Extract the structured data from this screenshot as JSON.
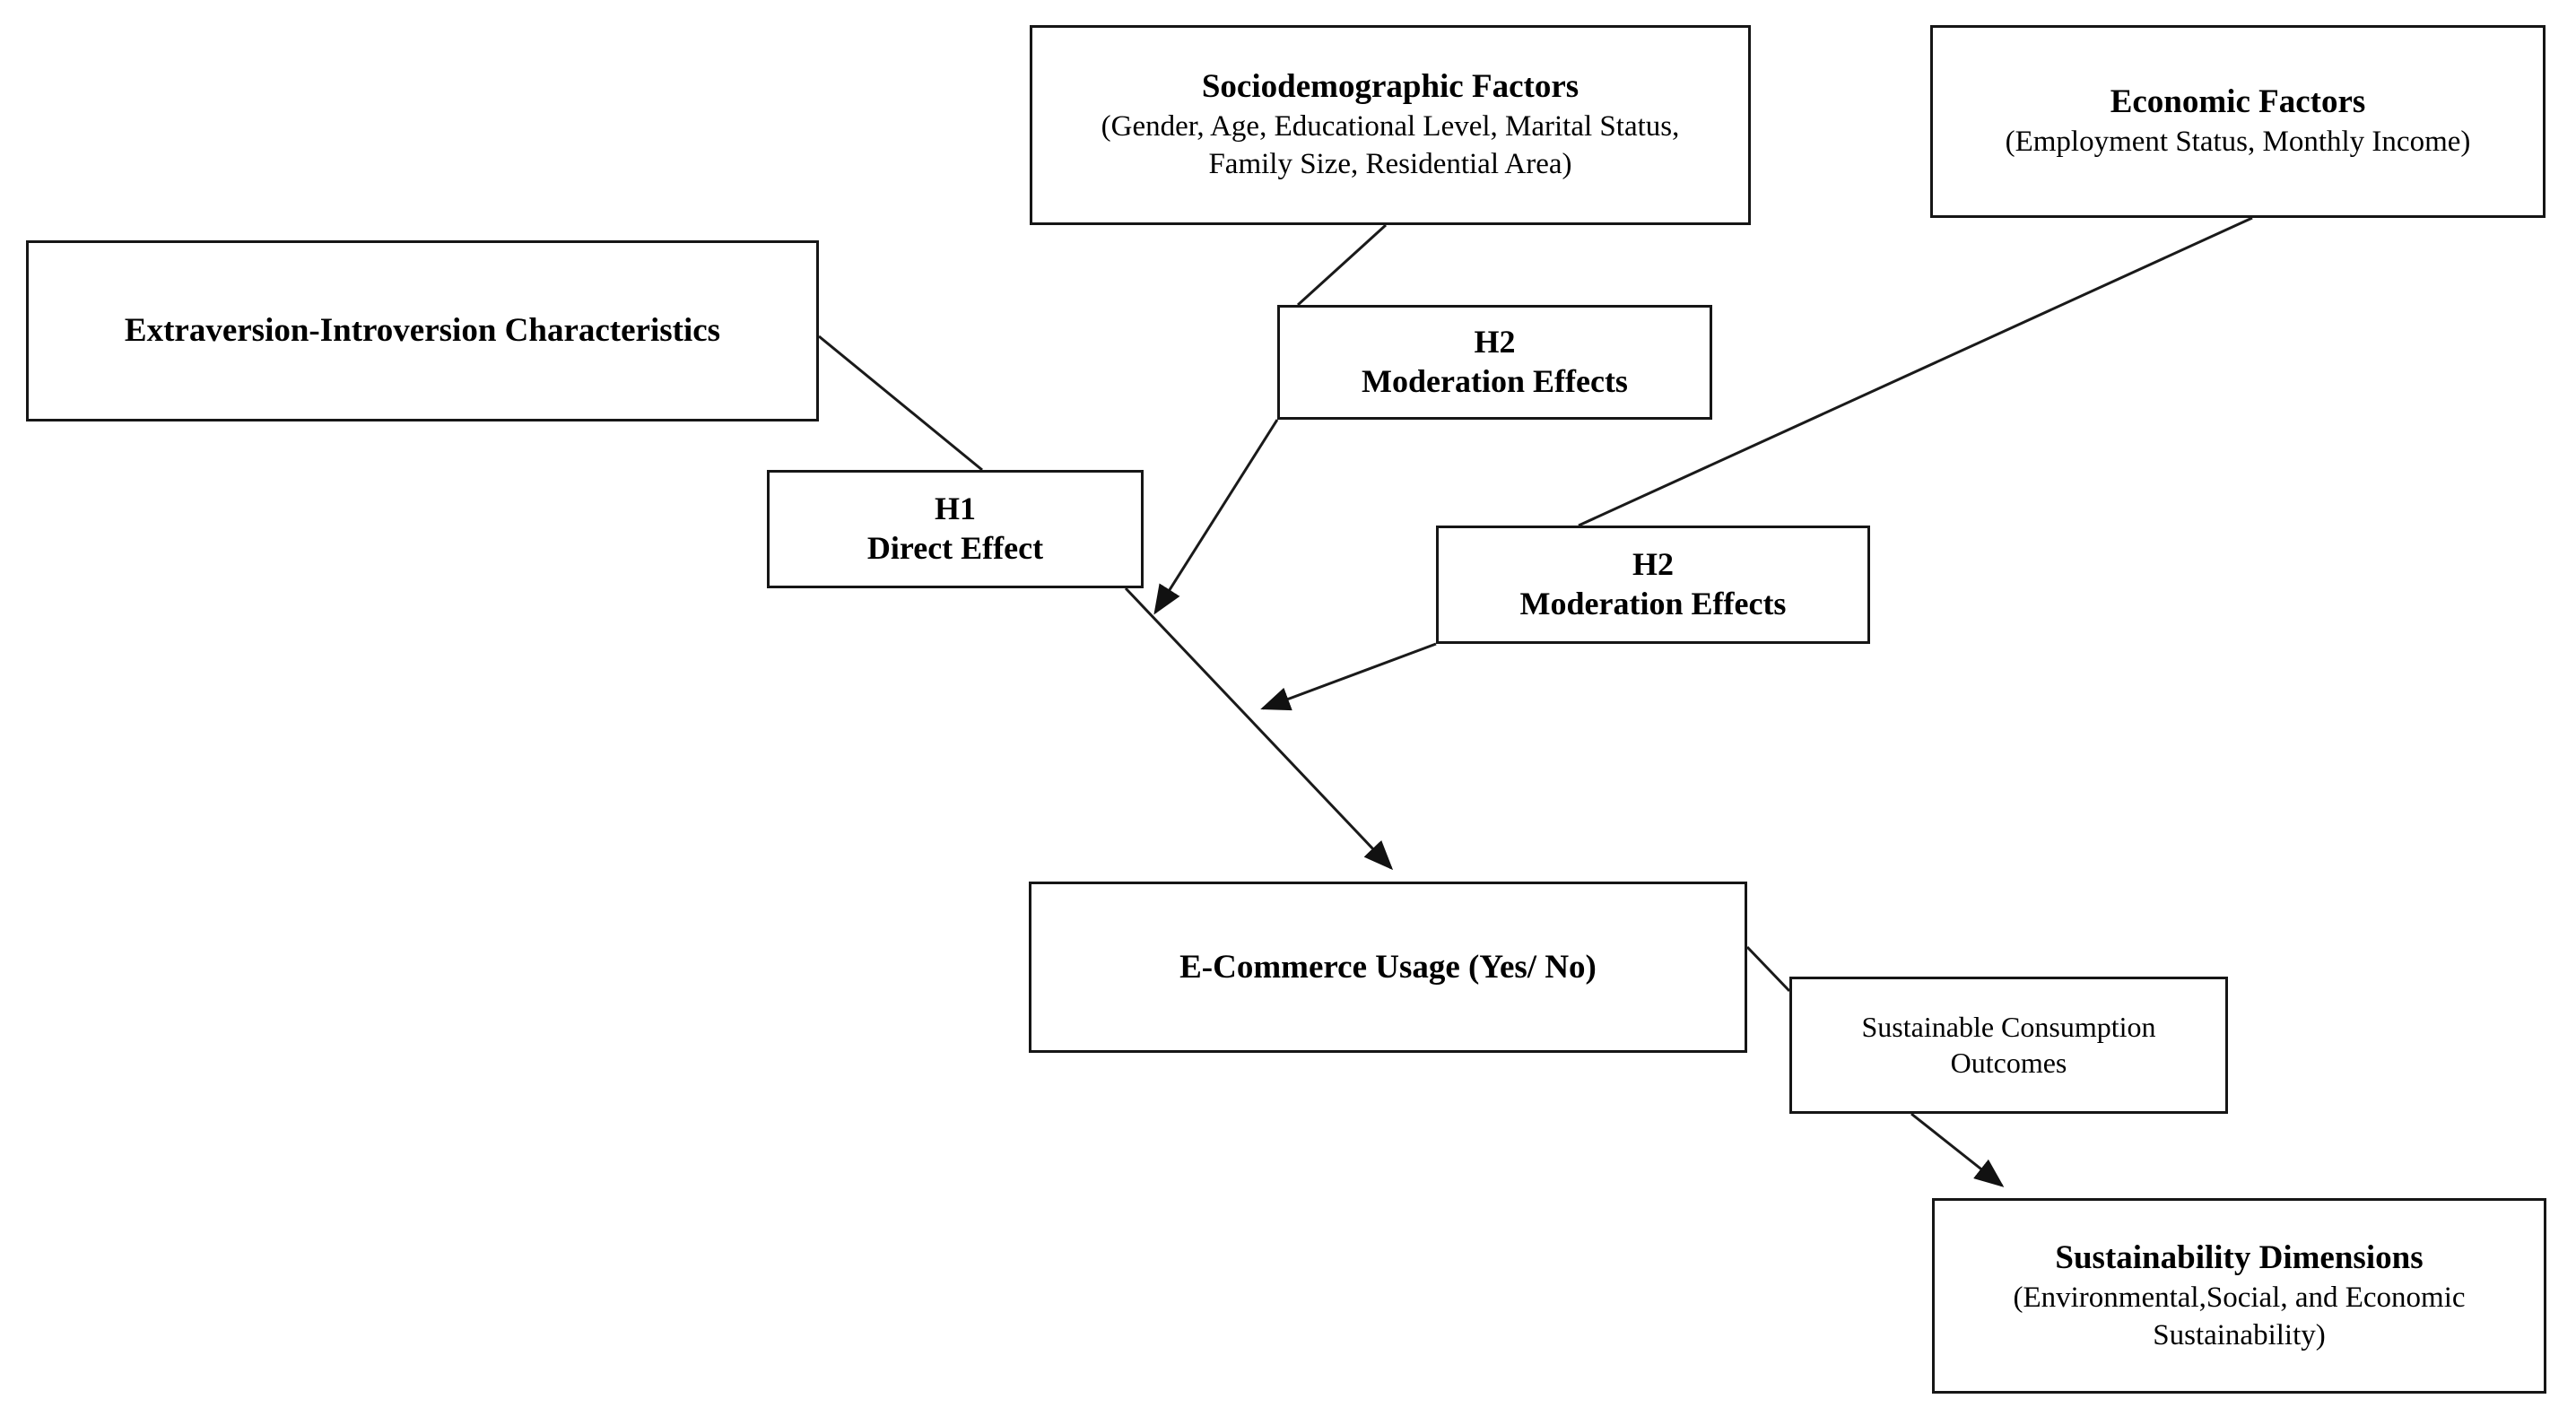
{
  "diagram": {
    "type": "conceptual-research-framework",
    "nodes": [
      {
        "id": "sociodemographic",
        "title": "Sociodemographic Factors",
        "subtitle": "(Gender, Age, Educational Level, Marital Status,\nFamily Size, Residential Area)"
      },
      {
        "id": "economic",
        "title": "Economic Factors",
        "subtitle": "(Employment Status, Monthly Income)"
      },
      {
        "id": "extraversion",
        "title": "Extraversion-Introversion Characteristics",
        "subtitle": ""
      },
      {
        "id": "h2_socio",
        "title": "H2\nModeration Effects",
        "subtitle": ""
      },
      {
        "id": "h1",
        "title": "H1\nDirect Effect",
        "subtitle": ""
      },
      {
        "id": "h2_econ",
        "title": "H2\nModeration Effects",
        "subtitle": ""
      },
      {
        "id": "ecommerce",
        "title": "E-Commerce Usage (Yes/ No)",
        "subtitle": ""
      },
      {
        "id": "sustainable_consumption",
        "title": "Sustainable Consumption\nOutcomes",
        "subtitle": ""
      },
      {
        "id": "sustainability_dimensions",
        "title": "Sustainability Dimensions",
        "subtitle": "(Environmental,Social, and Economic\nSustainability)"
      }
    ],
    "edges": [
      {
        "id": "socio-to-h2socio",
        "from": "sociodemographic",
        "to": "h2_socio",
        "arrowhead": false
      },
      {
        "id": "econ-to-h2econ",
        "from": "economic",
        "to": "h2_econ",
        "arrowhead": false
      },
      {
        "id": "extraversion-to-h1",
        "from": "extraversion",
        "to": "h1",
        "arrowhead": false
      },
      {
        "id": "h2socio-to-junction",
        "from": "h2_socio",
        "to": "junction",
        "arrowhead": true
      },
      {
        "id": "h2econ-to-junction",
        "from": "h2_econ",
        "to": "junction",
        "arrowhead": true
      },
      {
        "id": "h1-to-ecommerce",
        "from": "h1",
        "to": "ecommerce",
        "arrowhead": true
      },
      {
        "id": "ecommerce-to-sustainable-consumption",
        "from": "ecommerce",
        "to": "sustainable_consumption",
        "arrowhead": false
      },
      {
        "id": "sustainable-consumption-to-dimensions",
        "from": "sustainable_consumption",
        "to": "sustainability_dimensions",
        "arrowhead": true
      }
    ],
    "colors": {
      "box_border": "#161616",
      "line": "#1a1a1a",
      "background": "#ffffff",
      "text": "#000000"
    }
  }
}
